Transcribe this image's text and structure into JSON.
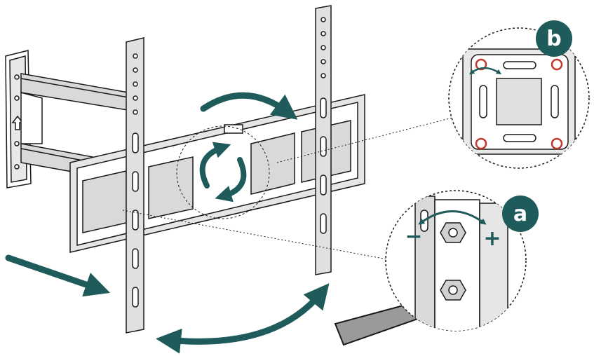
{
  "diagram": {
    "colors": {
      "accent": "#1e5b5a",
      "line": "#1a1a1a",
      "metal": "#d9d9d9",
      "bolt_red": "#c0392b",
      "wrench": "#9a9a9a"
    },
    "callouts": {
      "a": {
        "label": "a",
        "minus_sign": "−",
        "plus_sign": "+"
      },
      "b": {
        "label": "b"
      }
    },
    "icons": [
      "wall-plate",
      "swing-arm",
      "tv-bracket",
      "rotation-arrows",
      "tilt-arrow",
      "swivel-arrow",
      "wrench",
      "bolt"
    ]
  }
}
